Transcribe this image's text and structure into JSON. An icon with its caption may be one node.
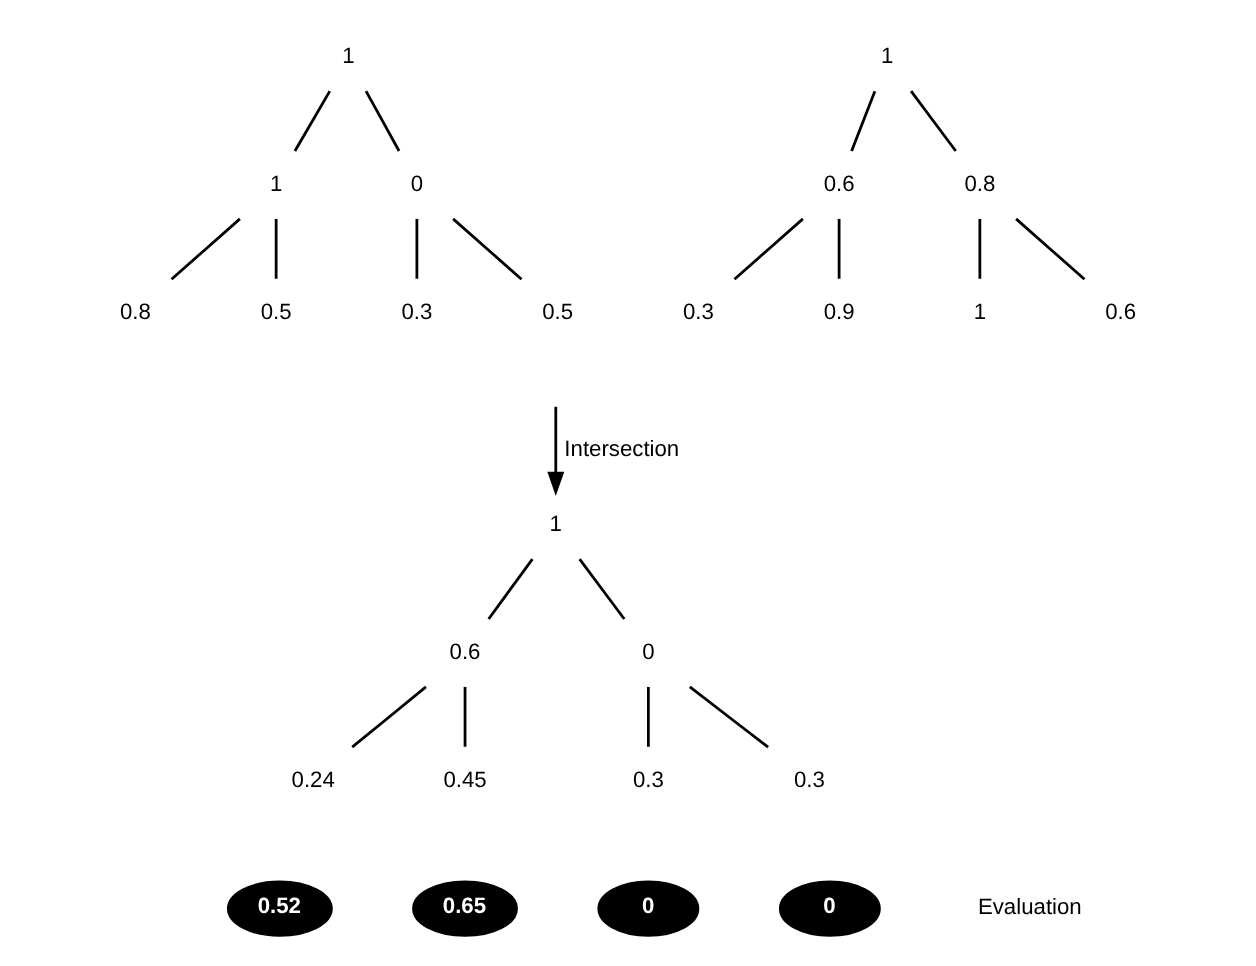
{
  "diagram": {
    "nodes": [
      {
        "text": [
          "1"
        ]
      },
      {
        "text": [
          "1"
        ]
      },
      {
        "text": [
          "0"
        ]
      },
      {
        "text": [
          "0.8"
        ]
      },
      {
        "text": [
          "0.5"
        ]
      },
      {
        "text": [
          "0.3"
        ]
      },
      {
        "text": [
          "0.5"
        ]
      },
      {
        "text": [
          "1"
        ]
      },
      {
        "text": [
          "0.6"
        ]
      },
      {
        "text": [
          "0.8"
        ]
      },
      {
        "text": [
          "0.3"
        ]
      },
      {
        "text": [
          "0.9"
        ]
      },
      {
        "text": [
          "1"
        ]
      },
      {
        "text": [
          "0.6"
        ]
      },
      {
        "text": [
          "1"
        ]
      },
      {
        "text": [
          "0.6"
        ]
      },
      {
        "text": [
          "0"
        ]
      },
      {
        "text": [
          "0.24"
        ]
      },
      {
        "text": [
          "0.45"
        ]
      },
      {
        "text": [
          "0.3"
        ]
      },
      {
        "text": [
          "0.3"
        ]
      },
      {
        "text": [
          "0.52"
        ]
      },
      {
        "text": [
          "0.65"
        ]
      },
      {
        "text": [
          "0"
        ]
      },
      {
        "text": [
          "0"
        ]
      }
    ],
    "edges": [
      {
        "from": 0,
        "to": 1,
        "arrow": "none"
      },
      {
        "from": 0,
        "to": 2,
        "arrow": "none"
      },
      {
        "from": 1,
        "to": 3,
        "arrow": "none"
      },
      {
        "from": 1,
        "to": 4,
        "arrow": "none"
      },
      {
        "from": 2,
        "to": 5,
        "arrow": "none"
      },
      {
        "from": 2,
        "to": 6,
        "arrow": "none"
      },
      {
        "from": 7,
        "to": 8,
        "arrow": "none"
      },
      {
        "from": 7,
        "to": 9,
        "arrow": "none"
      },
      {
        "from": 8,
        "to": 10,
        "arrow": "none"
      },
      {
        "from": 8,
        "to": 11,
        "arrow": "none"
      },
      {
        "from": 9,
        "to": 12,
        "arrow": "none"
      },
      {
        "from": 9,
        "to": 13,
        "arrow": "none"
      },
      {
        "from": null,
        "to": 14,
        "arrow": "to",
        "label": "Intersection"
      },
      {
        "from": 14,
        "to": 15,
        "arrow": "none"
      },
      {
        "from": 14,
        "to": 16,
        "arrow": "none"
      },
      {
        "from": 15,
        "to": 17,
        "arrow": "none"
      },
      {
        "from": 15,
        "to": 18,
        "arrow": "none"
      },
      {
        "from": 16,
        "to": 19,
        "arrow": "none"
      },
      {
        "from": 16,
        "to": 20,
        "arrow": "none"
      }
    ],
    "labels": [
      "Evaluation"
    ]
  }
}
